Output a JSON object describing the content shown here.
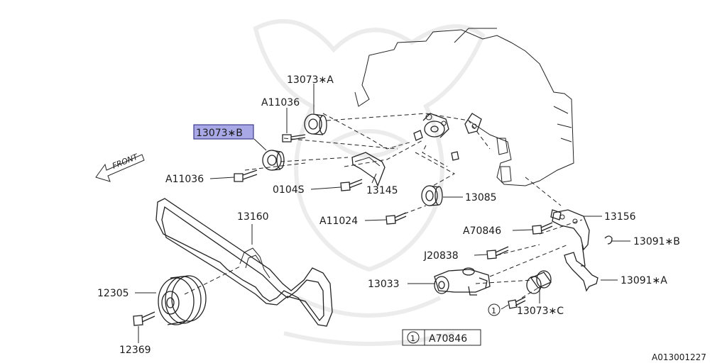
{
  "labels": {
    "tensioner_pulley_a": "13073∗A",
    "tensioner_pulley_b": "13073∗B",
    "tensioner_pulley_c": "13073∗C",
    "bolt_upper": "A11036",
    "bolt_left": "A11036",
    "bolt_0104": "0104S",
    "cover": "13145",
    "idler": "13085",
    "bolt_a11024": "A11024",
    "bracket": "13156",
    "bolt_a70846": "A70846",
    "clip_b": "13091∗B",
    "bolt_j20838": "J20838",
    "tensioner": "13033",
    "clip_a": "13091∗A",
    "belt": "13160",
    "crank_pulley": "12305",
    "crank_bolt": "12369",
    "legend_number": "1",
    "legend_part": "A70846",
    "callout_number": "1",
    "front": "FRONT",
    "figure_code": "A013001227"
  }
}
